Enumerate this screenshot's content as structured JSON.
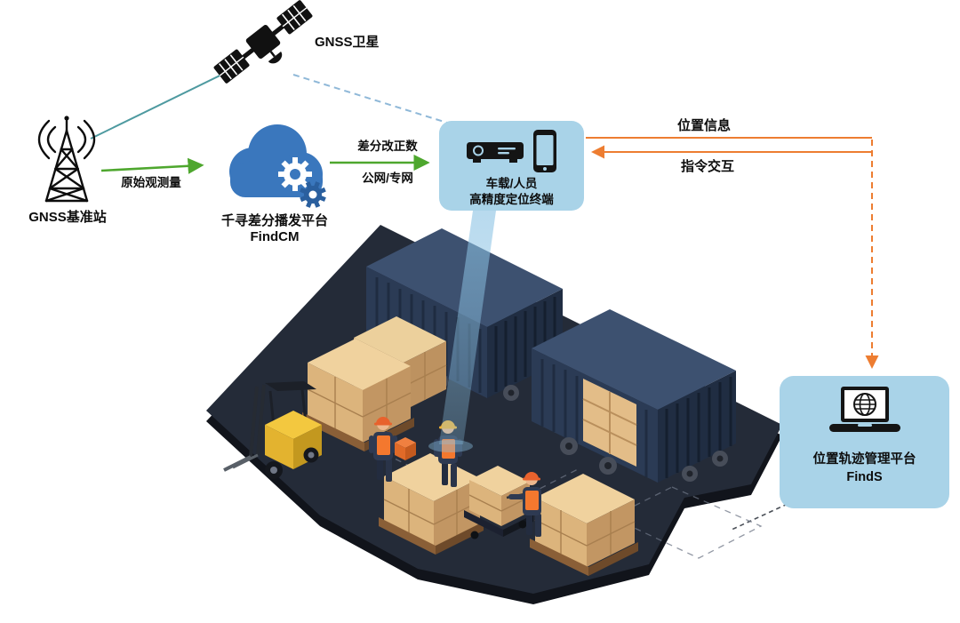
{
  "diagram": {
    "satellite": {
      "label": "GNSS卫星"
    },
    "base_station": {
      "label": "GNSS基准站"
    },
    "cloud_platform": {
      "name": "千寻差分播发平台",
      "product": "FindCM"
    },
    "terminal_panel": {
      "line1": "车载/人员",
      "line2": "高精度定位终端"
    },
    "management_panel": {
      "name": "位置轨迹管理平台",
      "product": "FindS"
    },
    "links": {
      "raw_observation": "原始观测量",
      "correction_line1": "差分改正数",
      "correction_line2": "公网/专网",
      "position_info": "位置信息",
      "command_interaction": "指令交互"
    }
  },
  "colors": {
    "accent_green": "#4ea72e",
    "accent_orange": "#ed7d31",
    "panel_blue": "#a9d3e8",
    "cloud_blue": "#3a77bd",
    "satellite_link_blue": "#8fb8d8",
    "base_link_teal": "#4e9aa0",
    "platform_dark": "#242b38",
    "container_navy": "#2b3b55",
    "carton_tan": "#dcb47c",
    "forklift_yellow": "#f3c83f"
  },
  "icons": {
    "satellite": "satellite-icon",
    "base_station": "radio-tower-icon",
    "cloud": "cloud-gear-icon",
    "terminal_receiver": "receiver-box-icon",
    "terminal_phone": "smartphone-icon",
    "management": "laptop-globe-icon"
  }
}
